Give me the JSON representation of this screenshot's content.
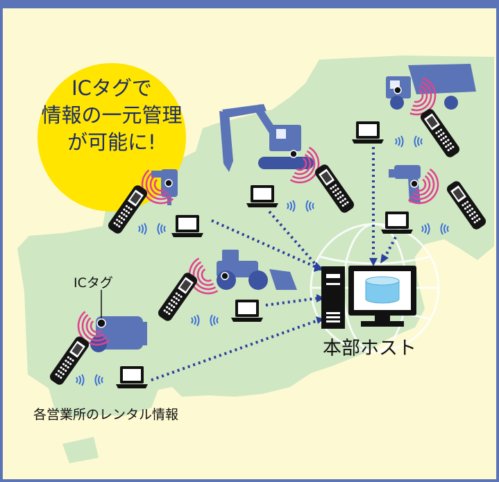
{
  "colors": {
    "frame": "#5b74b8",
    "background": "#fdf9d3",
    "map": "#cfe7c3",
    "bubble": "#ffe500",
    "equipment": "#5b74b8",
    "signal": "#e0438f",
    "link": "#2b3f9c",
    "waves": "#3b6fd6",
    "cylinder": "#7fcbef"
  },
  "callout": {
    "line1": "ICタグで",
    "line2": "情報の一元管理",
    "line3": "が可能に!"
  },
  "labels": {
    "host": "本部ホスト",
    "ic_tag": "ICタグ",
    "footer": "各営業所のレンタル情報"
  },
  "icons": {
    "handheld": "handheld-terminal-icon",
    "laptop": "laptop-icon",
    "host": "host-computer-icon",
    "globe": "globe-icon",
    "signal": "rfid-signal-icon",
    "wireless": "wireless-waves-icon"
  }
}
